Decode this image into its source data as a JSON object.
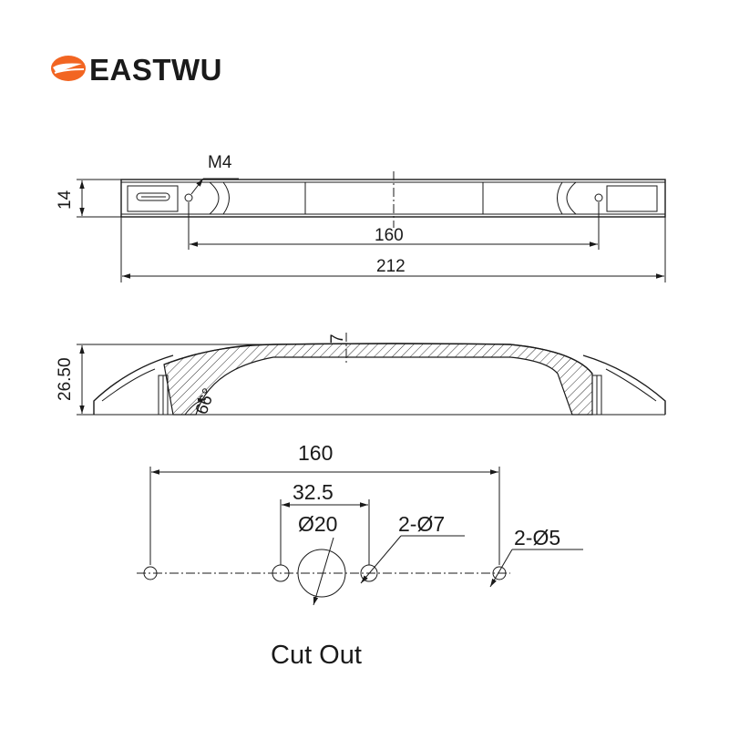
{
  "brand": {
    "name": "EASTWU",
    "accent_color": "#f26522",
    "logo_icon": "eastwu-swoosh-icon"
  },
  "top_view": {
    "thread_label": "M4",
    "height_label": "14",
    "hole_spacing_label": "160",
    "overall_length_label": "212"
  },
  "side_view": {
    "height_label": "26.50",
    "thickness_label": "7",
    "angle_label": "66°"
  },
  "cut_out": {
    "spacing_label": "160",
    "center_offset_label": "32.5",
    "center_hole_label": "Ø20",
    "mid_holes_label": "2-Ø7",
    "end_holes_label": "2-Ø5",
    "caption": "Cut Out"
  }
}
